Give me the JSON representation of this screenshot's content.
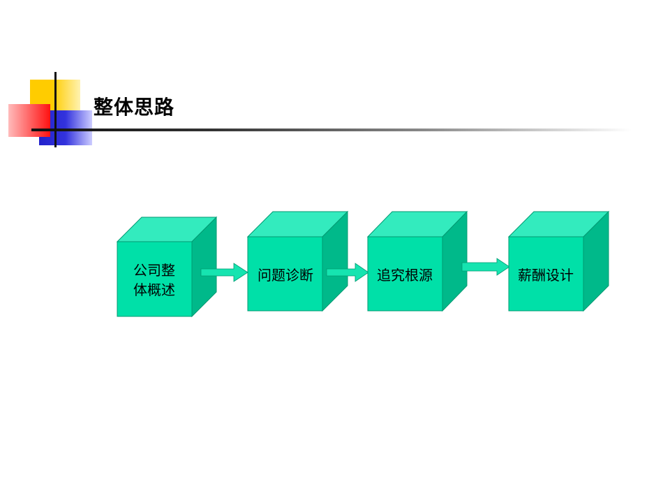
{
  "title": "整体思路",
  "colors": {
    "box_front": "#00e0a8",
    "box_top": "#33ebbe",
    "box_side": "#00b98a",
    "box_edge": "#009a72",
    "arrow": "#16e4b0"
  },
  "steps": [
    {
      "lines": [
        "公司整",
        "体概述"
      ]
    },
    {
      "lines": [
        "问题诊断"
      ]
    },
    {
      "lines": [
        "追究根源"
      ]
    },
    {
      "lines": [
        "薪酬设计"
      ]
    }
  ]
}
